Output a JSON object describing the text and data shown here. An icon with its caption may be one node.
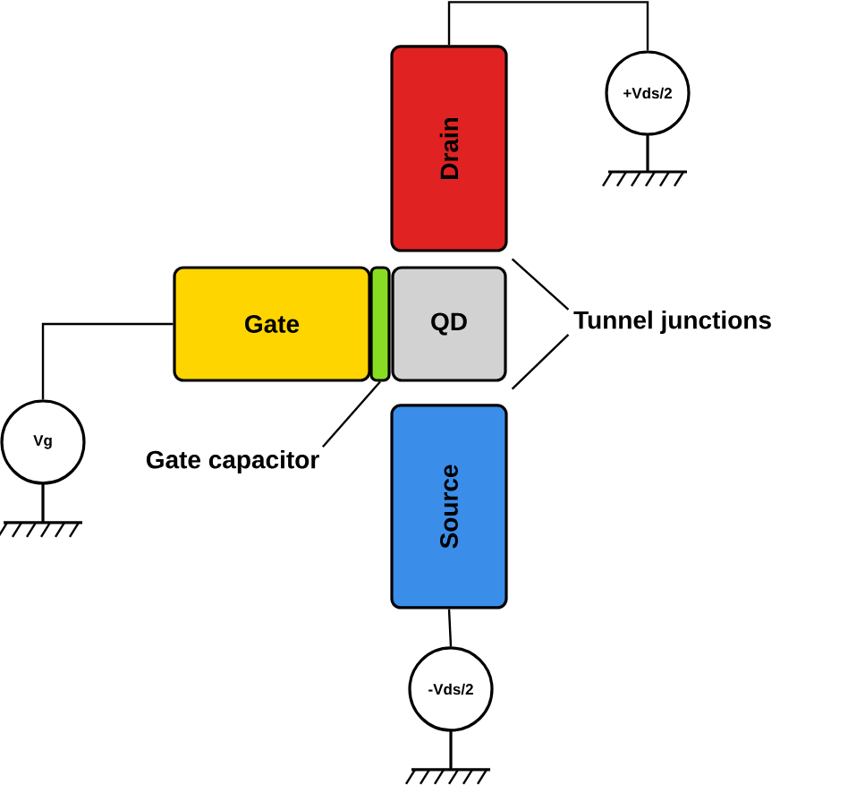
{
  "diagram": {
    "nodes": [
      {
        "text": [
          "Drain"
        ]
      },
      {
        "text": [
          "+Vds/2"
        ]
      },
      {
        "text": [
          "Gate"
        ]
      },
      {
        "text": [],
        "shape": "bar"
      },
      {
        "text": [
          "QD"
        ]
      },
      {
        "text": [
          "Tunnel junctions"
        ]
      },
      {
        "text": [
          "Vg"
        ]
      },
      {
        "text": [
          "Gate capacitor"
        ]
      },
      {
        "text": [
          "Source"
        ]
      },
      {
        "text": [
          "-Vds/2"
        ]
      }
    ],
    "edges": [
      {
        "from": 0,
        "to": 1,
        "arrow": "none"
      },
      {
        "from": 2,
        "to": 6,
        "arrow": "none"
      },
      {
        "from": 8,
        "to": 9,
        "arrow": "none"
      },
      {
        "from": 7,
        "to": 3,
        "arrow": "none"
      },
      {
        "from": 5,
        "to": 4,
        "arrow": "none"
      },
      {
        "from": 5,
        "to": 4,
        "arrow": "none"
      }
    ]
  }
}
